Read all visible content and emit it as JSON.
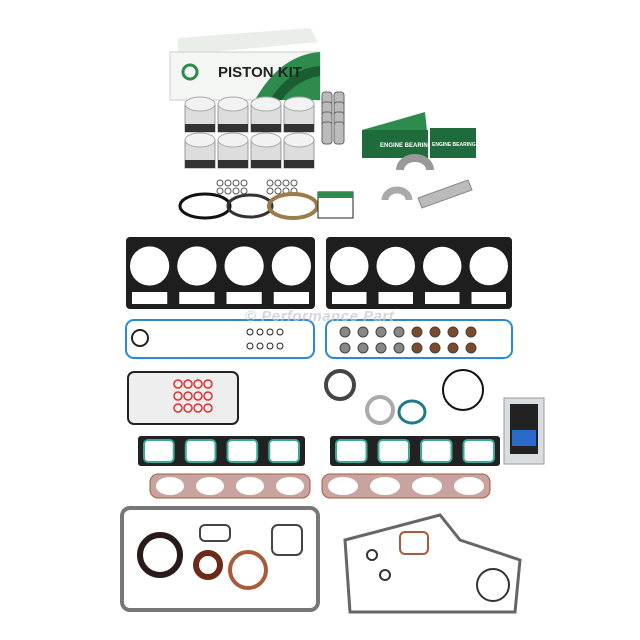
{
  "product_photo": {
    "piston_box": {
      "label": "PISTON KIT",
      "brand_color": "#2e8b4e"
    },
    "bearing_boxes": [
      {
        "label": "ENGINE BEARINGS"
      },
      {
        "label": "ENGINE BEARINGS"
      }
    ],
    "watermark": "© Performance Part",
    "colors": {
      "box_green": "#2e8b4e",
      "gasket_black": "#1e1e1e",
      "gasket_blue": "#2a8ad8",
      "gasket_teal": "#3aa89a",
      "gasket_copper": "#a85a3a"
    }
  }
}
